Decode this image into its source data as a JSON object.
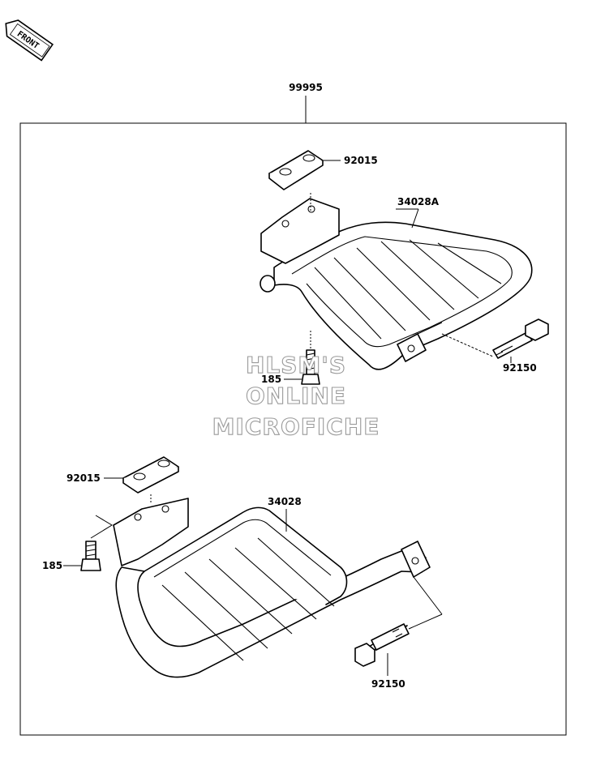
{
  "front_badge": {
    "text": "FRONT",
    "icon": "front-arrow-icon"
  },
  "assembly": {
    "part_number": "99995"
  },
  "callouts": {
    "cover_top": "92015",
    "step_right": "34028A",
    "bolt_top": "92150",
    "nut_top": "185",
    "cover_bottom": "92015",
    "step_left": "34028",
    "nut_bottom": "185",
    "bolt_bottom": "92150"
  },
  "watermark": {
    "line1": "HLSM'S",
    "line2": "ONLINE",
    "line3": "MICROFICHE"
  }
}
